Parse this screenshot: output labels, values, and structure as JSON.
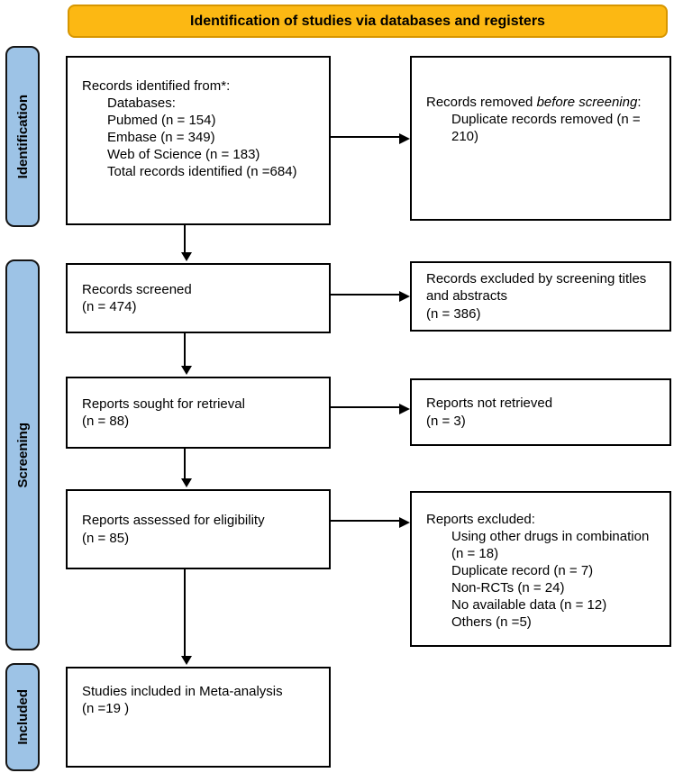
{
  "banner": {
    "label": "Identification of studies via databases and registers"
  },
  "colors": {
    "banner-bg": "#FCB813",
    "banner-border": "#D79600",
    "sidebar-bg": "#9DC3E6",
    "sidebar-border": "#151515",
    "box-border": "#000000",
    "text": "#000000"
  },
  "sidebar": {
    "identification": "Identification",
    "screening": "Screening",
    "included": "Included"
  },
  "boxes": {
    "records_identified": {
      "lines": [
        "Records identified from*:",
        "Databases:",
        "Pubmed (n = 154)",
        "Embase (n = 349)",
        "Web of Science (n = 183)",
        "Total records identified (n =684)"
      ]
    },
    "records_removed": {
      "title_prefix": "Records removed ",
      "title_italic": "before screening",
      "title_suffix": ":",
      "lines": [
        "Duplicate records removed (n = 210)"
      ]
    },
    "records_screened": {
      "lines": [
        "Records screened",
        "(n = 474)"
      ]
    },
    "records_excluded": {
      "lines": [
        "Records excluded by screening titles and abstracts",
        "(n = 386)"
      ]
    },
    "reports_sought": {
      "lines": [
        "Reports sought for retrieval",
        "(n = 88)"
      ]
    },
    "reports_not_retrieved": {
      "lines": [
        "Reports not retrieved",
        "(n = 3)"
      ]
    },
    "reports_assessed": {
      "lines": [
        "Reports assessed for eligibility",
        "(n = 85)"
      ]
    },
    "reports_excluded": {
      "title": "Reports excluded:",
      "lines": [
        "Using other drugs in combination (n = 18)",
        "Duplicate record (n = 7)",
        "Non-RCTs (n = 24)",
        "No available data (n = 12)",
        "Others (n =5)"
      ]
    },
    "studies_included": {
      "lines": [
        "Studies included in Meta-analysis",
        "(n =19 )"
      ]
    }
  }
}
